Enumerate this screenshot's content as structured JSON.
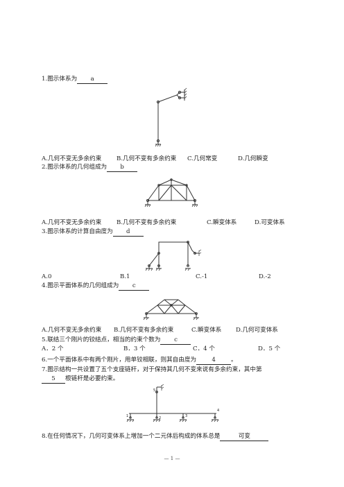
{
  "q1": {
    "text": "1.图示体系为",
    "answer": "a",
    "opts": [
      "A.几何不变无多余约束",
      "B.几何不变有多余约束",
      "C.几何常变",
      "D.几何瞬变"
    ]
  },
  "q2": {
    "text": "2.图示体系的几何组成为",
    "answer": "b",
    "opts": [
      "A.几何不变无多余约束",
      "B.几何不变有多余约束",
      "C.瞬变体系",
      "D.可变体系"
    ]
  },
  "q3": {
    "text": "3.图示体系的计算自由度为",
    "answer": "d",
    "opts": [
      "A.0",
      "B.1",
      "C.-1",
      "D.-2"
    ]
  },
  "q4": {
    "text": "4.图示平面体系的几何组成为",
    "answer": "c",
    "opts": [
      "A.几何不变无多余约束",
      "B.几何不变有多余约束",
      "C.瞬变体系",
      "D.几何可变体系"
    ]
  },
  "q5": {
    "text": "5.联结三个刚片的铰结点，相当的约束个数为",
    "answer": "c",
    "opts": [
      "A．2 个",
      "B．3 个",
      "C．4 个",
      "D．5 个"
    ]
  },
  "q6": {
    "pre": "6.一个平面体系中有两个刚片，用单铰相联，则其自由度为",
    "answer": "4",
    "post": "。"
  },
  "q7": {
    "line1": "7.图示结构一共设置了五个支座链杆，对于保持其几何不变来说有多余约束，其中第",
    "answer": "5",
    "post": "根链杆是必要约束。",
    "labels": [
      "1",
      "2",
      "3",
      "4",
      "5"
    ]
  },
  "q8": {
    "text": "8.在任何情况下，几何可变体系上增加一个二元体后构成的体系总是",
    "answer": "可变"
  },
  "footer": "— 1 —"
}
